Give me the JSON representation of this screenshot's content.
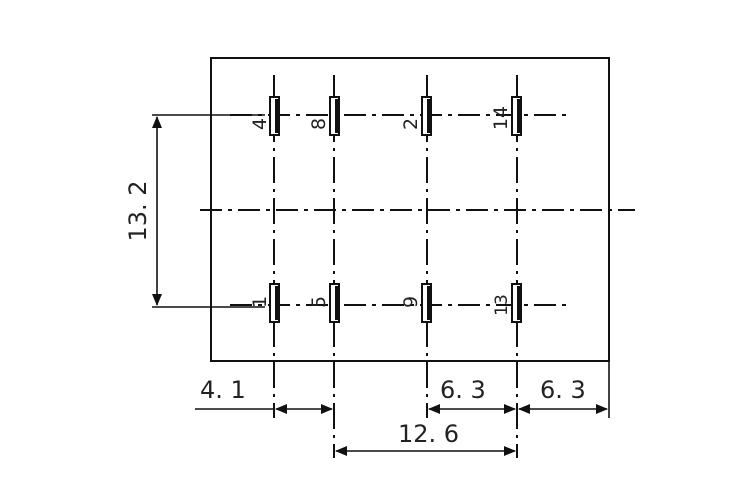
{
  "dimensions": {
    "height": "13. 2",
    "left_offset": "4. 1",
    "pitch_a": "6. 3",
    "pitch_b": "6. 3",
    "span": "12. 6"
  },
  "pins": {
    "top": [
      "4",
      "8",
      "2",
      "14"
    ],
    "bottom": [
      "1",
      "5",
      "9",
      "13"
    ]
  }
}
